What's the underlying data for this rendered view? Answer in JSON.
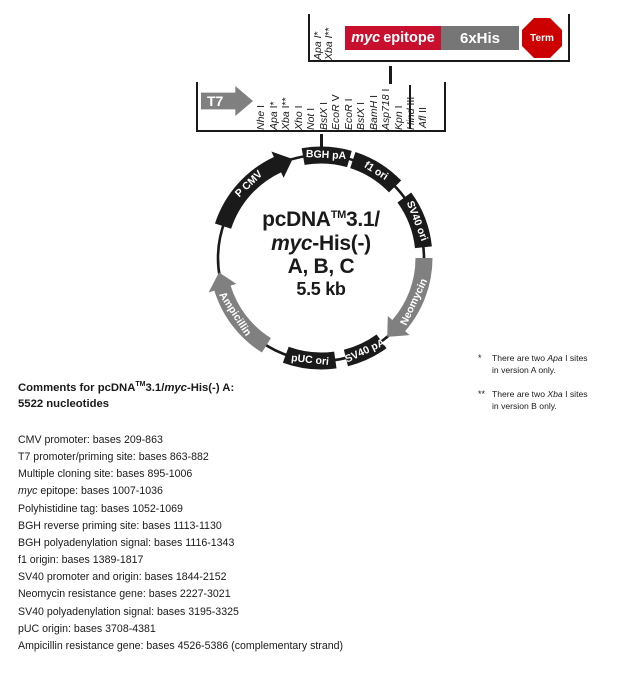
{
  "cassette": {
    "left_labels": [
      {
        "name": "Apa I",
        "mark": "*"
      },
      {
        "name": "Xba I",
        "mark": "**"
      }
    ],
    "myc_italic": "myc",
    "myc_rest": "epitope",
    "his_label": "6xHis",
    "term_label": "Term"
  },
  "mcs": {
    "promoter_label": "T7",
    "enzymes": [
      {
        "name": "Nhe I",
        "italic": "Nhe",
        "roman": " I",
        "mark": ""
      },
      {
        "name": "Apa I",
        "italic": "Apa",
        "roman": " I",
        "mark": "*"
      },
      {
        "name": "Xba I",
        "italic": "Xba",
        "roman": " I",
        "mark": "**"
      },
      {
        "name": "Xho I",
        "italic": "Xho",
        "roman": " I",
        "mark": ""
      },
      {
        "name": "Not I",
        "italic": "Not",
        "roman": " I",
        "mark": ""
      },
      {
        "name": "BstX I",
        "italic": "BstX",
        "roman": " I",
        "mark": ""
      },
      {
        "name": "EcoR V",
        "italic": "EcoR",
        "roman": " V",
        "mark": ""
      },
      {
        "name": "EcoR I",
        "italic": "EcoR",
        "roman": " I",
        "mark": ""
      },
      {
        "name": "BstX I",
        "italic": "BstX",
        "roman": " I",
        "mark": ""
      },
      {
        "name": "BamH I",
        "italic": "BamH",
        "roman": " I",
        "mark": ""
      },
      {
        "name": "Asp718 I",
        "italic": "Asp718",
        "roman": " I",
        "mark": ""
      },
      {
        "name": "Kpn I",
        "italic": "Kpn",
        "roman": " I",
        "mark": ""
      },
      {
        "name": "Hind III",
        "italic": "Hind",
        "roman": " III",
        "mark": ""
      }
    ],
    "outside_enzyme": {
      "italic": "Afl",
      "roman": " II"
    }
  },
  "plasmid": {
    "title_line1_main": "pcDNA",
    "title_line1_sup": "TM",
    "title_line1_tail": "3.1/",
    "title_line2_italic": "myc",
    "title_line2_rest": "-His(-)",
    "title_line3": "A, B, C",
    "title_size": "5.5 kb",
    "features": [
      {
        "label": "P CMV",
        "color": "#1a1a1a",
        "shape": "arrow"
      },
      {
        "label": "BGH pA",
        "color": "#1a1a1a",
        "shape": "box"
      },
      {
        "label": "f1 ori",
        "color": "#1a1a1a",
        "shape": "arrow"
      },
      {
        "label": "SV40 ori",
        "color": "#1a1a1a",
        "shape": "arrow"
      },
      {
        "label": "Neomycin",
        "color": "#808080",
        "shape": "arrow"
      },
      {
        "label": "SV40 pA",
        "color": "#1a1a1a",
        "shape": "box"
      },
      {
        "label": "pUC ori",
        "color": "#1a1a1a",
        "shape": "box"
      },
      {
        "label": "Ampicillin",
        "color": "#808080",
        "shape": "arrow"
      }
    ]
  },
  "footnotes": [
    {
      "mark": "*",
      "line1_a": "There are two ",
      "line1_italic": "Apa",
      "line1_b": " I sites",
      "line2": "in version A only."
    },
    {
      "mark": "**",
      "line1_a": "There are two ",
      "line1_italic": "Xba",
      "line1_b": " I sites",
      "line2": "in version B only."
    }
  ],
  "comments": {
    "heading_a": "Comments for pcDNA",
    "heading_sup": "TM",
    "heading_b": "3.1/",
    "heading_italic": "myc",
    "heading_c": "-His(-) A:",
    "heading_line2": "5522 nucleotides",
    "items": [
      "CMV promoter: bases 209-863",
      "T7 promoter/priming site: bases 863-882",
      "Multiple cloning site: bases 895-1006",
      "Polyhistidine tag: bases 1052-1069",
      "BGH reverse priming site: bases 1113-1130",
      "BGH polyadenylation signal: bases 1116-1343",
      "f1 origin: bases 1389-1817",
      "SV40 promoter and origin: bases 1844-2152",
      "Neomycin resistance gene: bases 2227-3021",
      "SV40 polyadenylation signal: bases 3195-3325",
      "pUC origin: bases 3708-4381",
      "Ampicillin resistance gene: bases 4526-5386 (complementary strand)"
    ],
    "myc_item_italic": "myc",
    "myc_item_rest": " epitope: bases 1007-1036"
  },
  "colors": {
    "myc_red": "#c8102e",
    "his_gray": "#767676",
    "term_red": "#cc0000",
    "feature_black": "#1a1a1a",
    "feature_gray": "#808080"
  }
}
